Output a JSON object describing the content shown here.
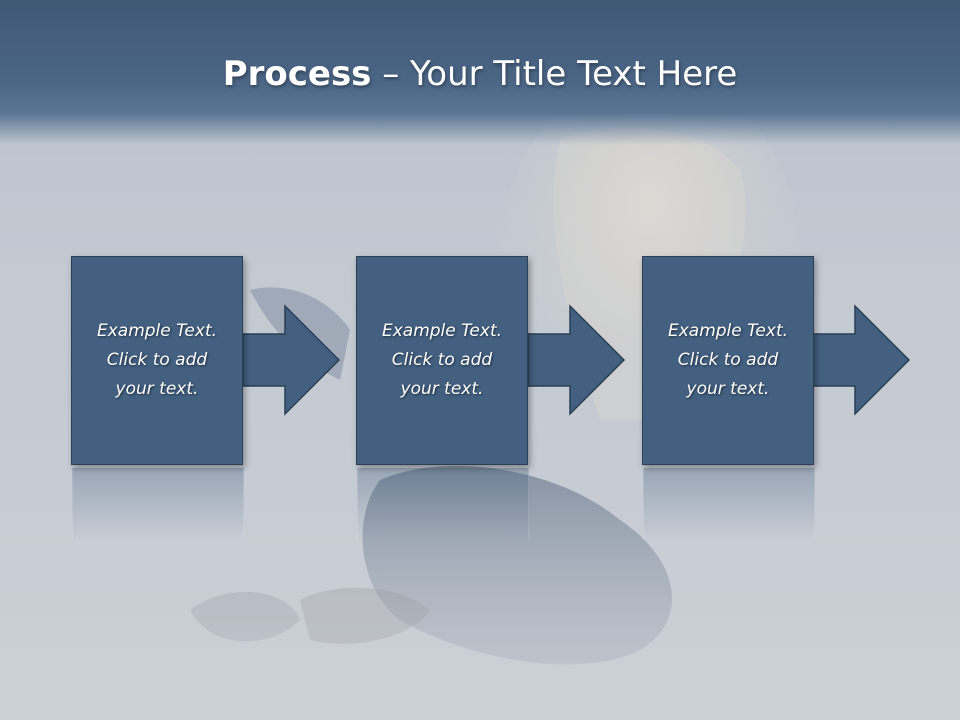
{
  "slide": {
    "title_bold": "Process",
    "title_rest": " – Your Title Text Here"
  },
  "steps": [
    {
      "text": "Example Text.\nClick  to add\nyour text."
    },
    {
      "text": "Example Text.\nClick  to add\nyour text."
    },
    {
      "text": "Example Text.\nClick  to add\nyour text."
    }
  ],
  "colors": {
    "title_band": "#4a6584",
    "step_fill": "#436080",
    "step_border": "#2b3f55",
    "text": "#ffffff"
  }
}
